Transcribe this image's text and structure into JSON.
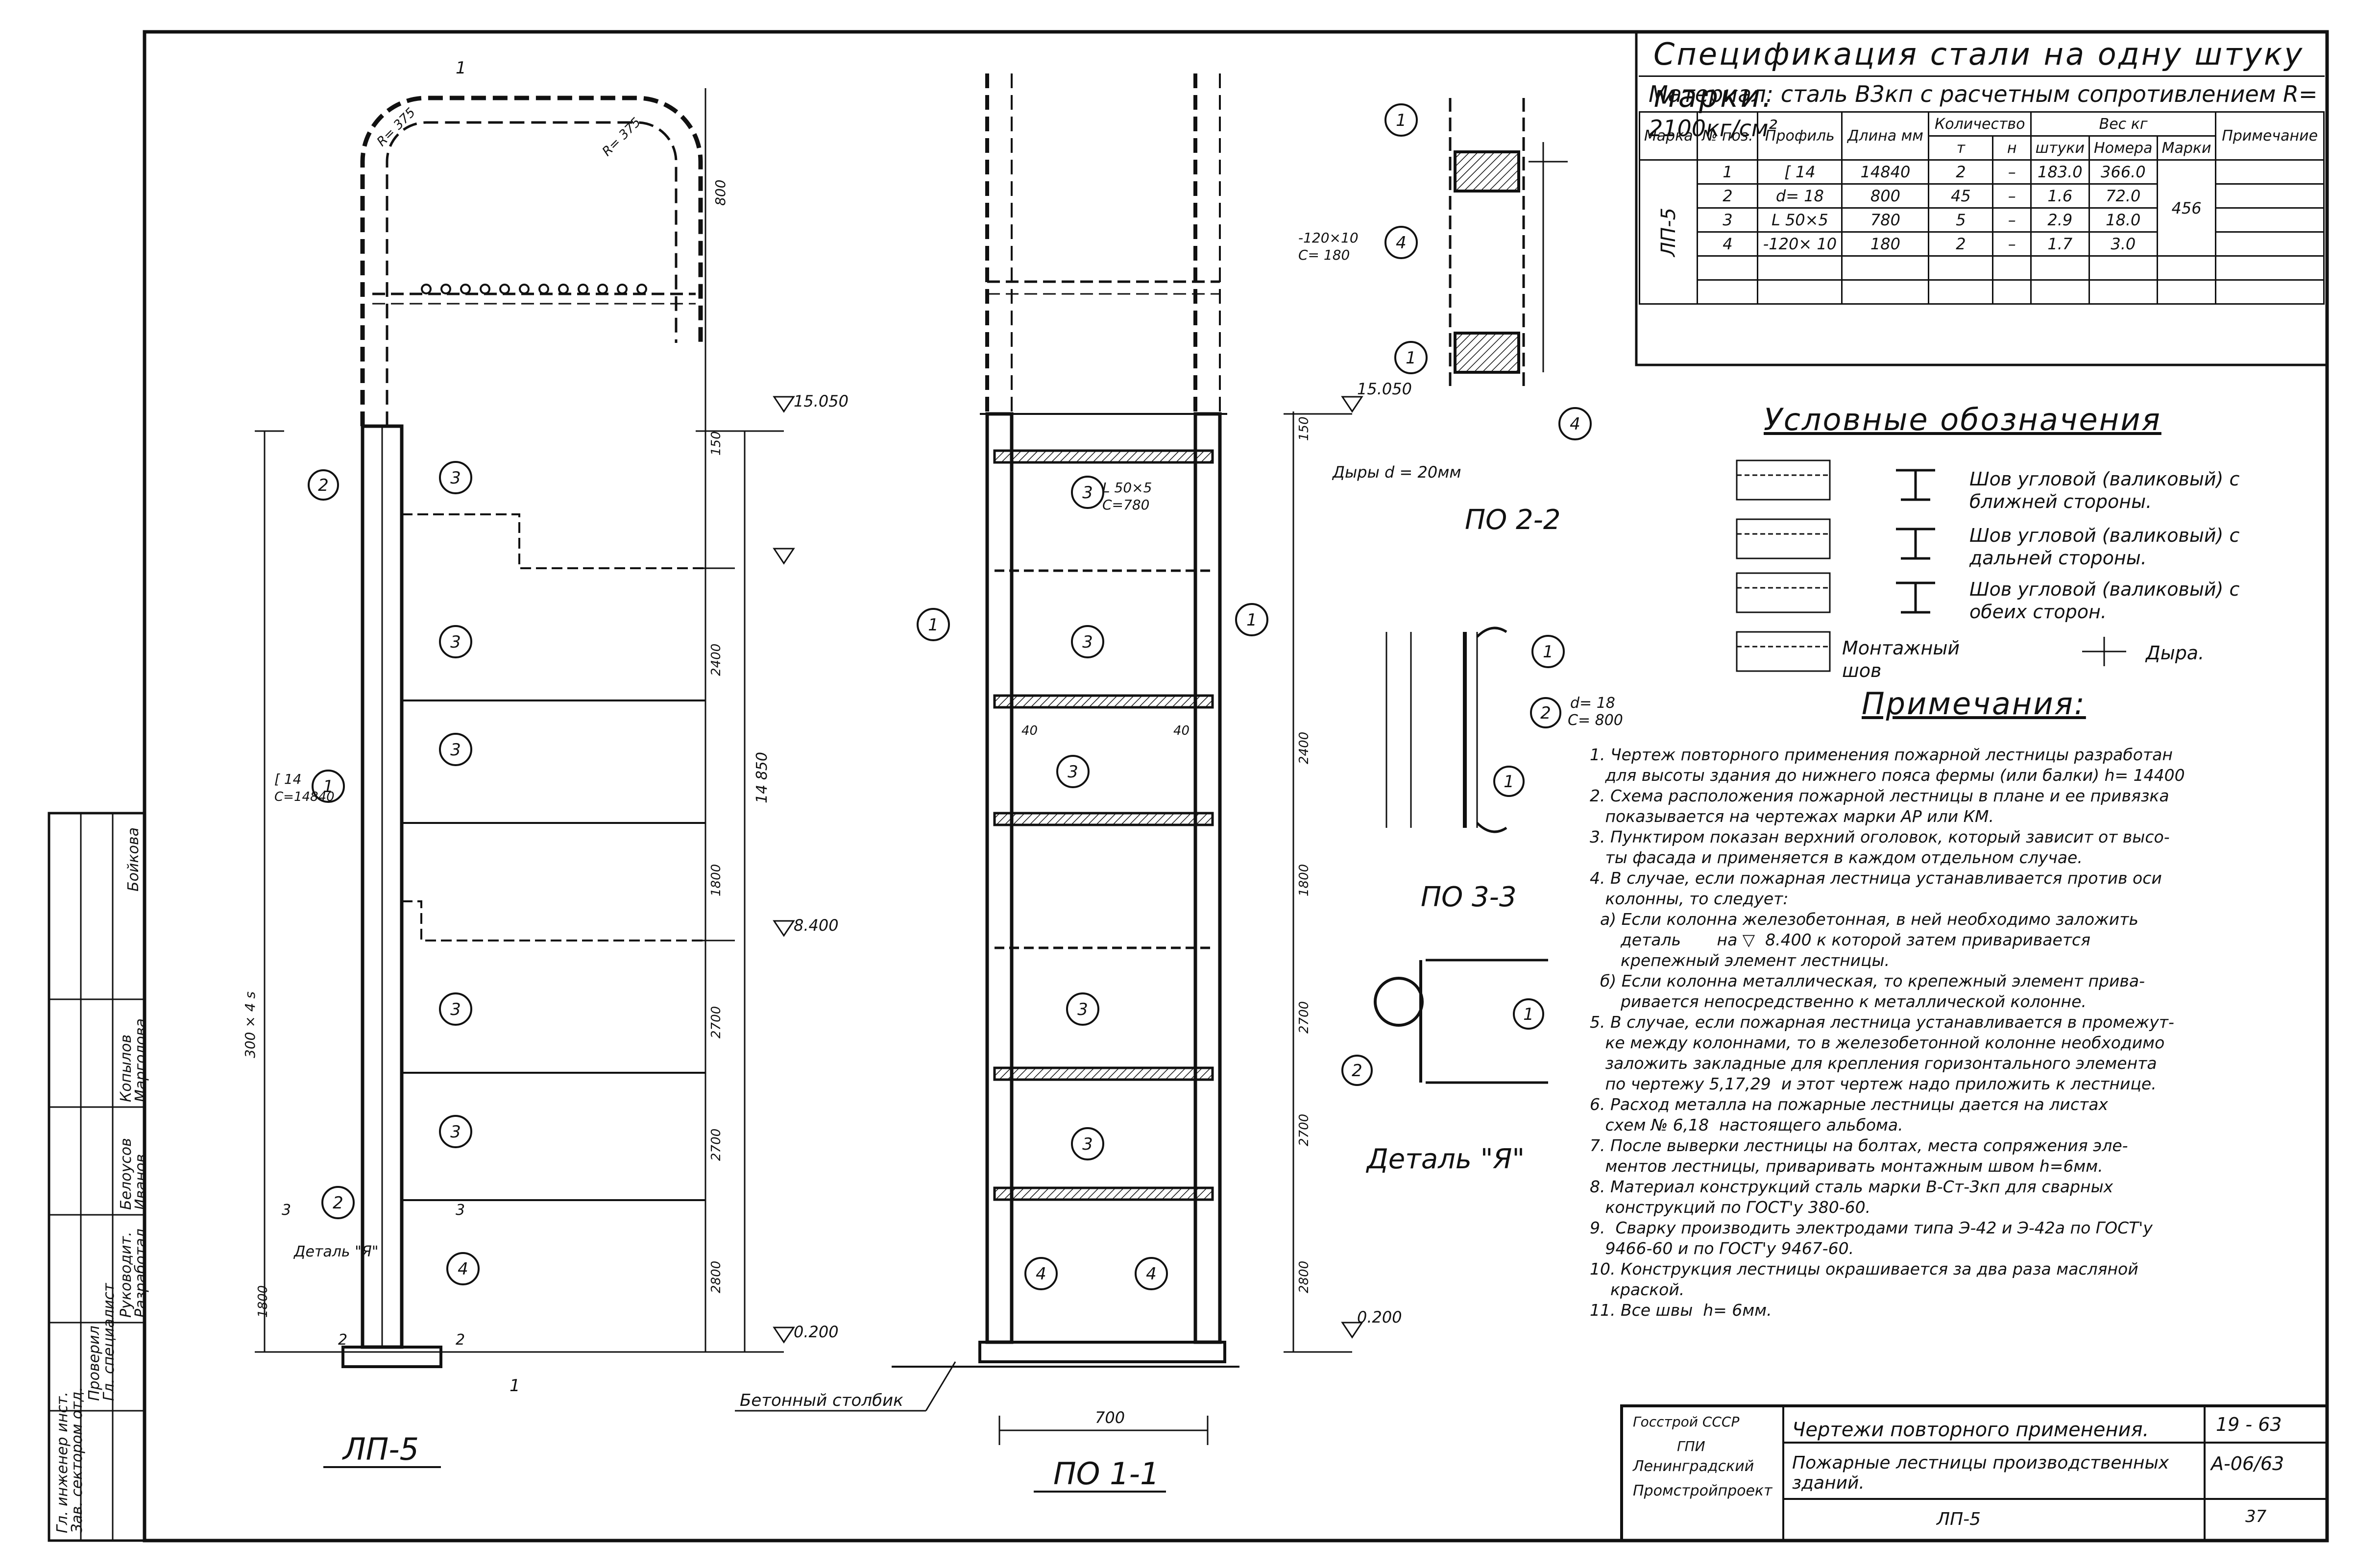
{
  "views": {
    "lp5": {
      "title": "ЛП-5",
      "detail_a_label": "Деталь \"Я\""
    },
    "po11": {
      "title": "ПО 1-1",
      "concrete_post": "Бетонный столбик",
      "width": "700"
    },
    "po22": {
      "title": "ПО 2-2",
      "holes_note": "Дыры d = 20мм",
      "plate": "-120×10",
      "plate_len": "С= 180"
    },
    "po33": {
      "title": "ПО 3-3",
      "rod": "d= 18",
      "rod_len": "С= 800"
    },
    "detail_a": {
      "title": "Деталь \"Я\""
    }
  },
  "elevations": {
    "top": "15.050",
    "mid": "8.400",
    "bottom": "0.200"
  },
  "dimensions": {
    "lp5_vertical": [
      "150",
      "2400",
      "1800",
      "2700",
      "2700",
      "2800",
      "1800"
    ],
    "lp5_total": "14 850",
    "lp5_arc": "800",
    "po11_vertical": [
      "150",
      "2400",
      "1800",
      "2700",
      "2700",
      "2800"
    ],
    "lp5_steps": "300 × 4 s",
    "radius_left": "R= 375",
    "radius_right": "R= 375",
    "angle_label": "L 50×5",
    "angle_len": "С=780",
    "channel_label": "[ 14",
    "channel_len": "С=14840",
    "offset_40": "40"
  },
  "callouts": [
    "1",
    "2",
    "3",
    "4"
  ],
  "section_marks": {
    "s1": "1",
    "s2": "2",
    "s3": "3"
  },
  "spec": {
    "title": "Спецификация стали на одну штуку марки.",
    "material": "Материал: сталь В3кп с расчетным сопротивлением R= 2100кг/см²",
    "headers": {
      "mark": "Марка",
      "pos": "№ поз.",
      "profile": "Профиль",
      "length": "Длина мм",
      "qty": "Количество",
      "qty_t": "т",
      "qty_n": "н",
      "weight": "Вес кг",
      "w_piece": "штуки",
      "w_total": "Номера",
      "w_mark": "Марки",
      "note": "Примечание"
    },
    "mark": "ЛП-5",
    "mark_weight": "456",
    "rows": [
      {
        "pos": "1",
        "profile": "[ 14",
        "length": "14840",
        "t": "2",
        "n": "–",
        "piece": "183.0",
        "total": "366.0"
      },
      {
        "pos": "2",
        "profile": "d= 18",
        "length": "800",
        "t": "45",
        "n": "–",
        "piece": "1.6",
        "total": "72.0"
      },
      {
        "pos": "3",
        "profile": "L 50×5",
        "length": "780",
        "t": "5",
        "n": "–",
        "piece": "2.9",
        "total": "18.0"
      },
      {
        "pos": "4",
        "profile": "-120× 10",
        "length": "180",
        "t": "2",
        "n": "–",
        "piece": "1.7",
        "total": "3.0"
      }
    ]
  },
  "legend": {
    "title": "Условные обозначения",
    "items": [
      "Шов угловой (валиковый) с ближней стороны.",
      "Шов угловой (валиковый) с дальней стороны.",
      "Шов угловой (валиковый) с обеих сторон."
    ],
    "mount": "Монтажный шов",
    "hole": "Дыра."
  },
  "notes": {
    "title": "Примечания:",
    "items": [
      "1. Чертеж повторного применения пожарной лестницы разработан\n   для высоты здания до нижнего пояса фермы (или балки) h= 14400",
      "2. Схема расположения пожарной лестницы в плане и ее привязка\n   показывается на чертежах марки АР или КМ.",
      "3. Пунктиром показан верхний оголовок, который зависит от высо-\n   ты фасада и применяется в каждом отдельном случае.",
      "4. В случае, если пожарная лестница устанавливается против оси\n   колонны, то следует:",
      "  а) Если колонна железобетонная, в ней необходимо заложить\n      деталь       на ▽  8.400 к которой затем приваривается\n      крепежный элемент лестницы.",
      "  б) Если колонна металлическая, то крепежный элемент прива-\n      ривается непосредственно к металлической колонне.",
      "5. В случае, если пожарная лестница устанавливается в промежут-\n   ке между колоннами, то в железобетонной колонне необходимо\n   заложить закладные для крепления горизонтального элемента\n   по чертежу 5,17,29  и этот чертеж надо приложить к лестнице.",
      "6. Расход металла на пожарные лестницы дается на листах\n   схем № 6,18  настоящего альбома.",
      "7. После выверки лестницы на болтах, места сопряжения эле-\n   ментов лестницы, приваривать монтажным швом h=6мм.",
      "8. Материал конструкций сталь марки В-Ст-3кп для сварных\n   конструкций по ГОСТ'у 380-60.",
      "9.  Сварку производить электродами типа Э-42 и Э-42а по ГОСТ'у\n   9466-60 и по ГОСТ'у 9467-60.",
      "10. Конструкция лестницы окрашивается за два раза масляной\n    краской.",
      "11. Все швы  h= 6мм."
    ]
  },
  "stamp": {
    "org1": "Госстрой СССР",
    "org2": "ГПИ",
    "org3": "Ленинградский",
    "org4": "Промстройпроект",
    "title1": "Чертежи повторного применения.",
    "title2": "Пожарные лестницы производственных зданий.",
    "sheet_mark": "ЛП-5",
    "code1": "19 - 63",
    "code2": "А-06/63",
    "sheet_no": "37"
  },
  "side_stamp": {
    "roles": [
      "Гл. инженер инст.",
      "Зав. сектором отд.",
      "Проверил",
      "Гл. специалист",
      "Руководит.",
      "Разработал"
    ],
    "names": [
      "Белоусов",
      "Иванов",
      "Копылов",
      "Марголова",
      "Бойкова"
    ]
  }
}
